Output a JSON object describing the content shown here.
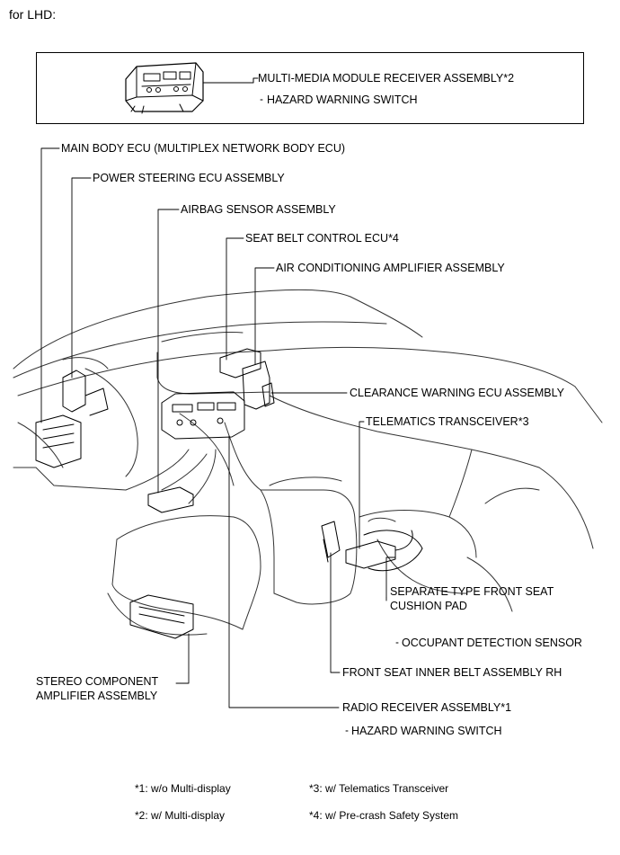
{
  "header": "for LHD:",
  "inset": {
    "receiver_label": "MULTI-MEDIA MODULE RECEIVER ASSEMBLY*2",
    "hazard_label": "HAZARD WARNING SWITCH"
  },
  "labels": {
    "main_body_ecu": "MAIN BODY ECU (MULTIPLEX NETWORK BODY ECU)",
    "power_steering_ecu": "POWER STEERING ECU ASSEMBLY",
    "airbag_sensor": "AIRBAG SENSOR ASSEMBLY",
    "seat_belt_control_ecu": "SEAT BELT CONTROL ECU*4",
    "air_conditioning_amplifier": "AIR CONDITIONING AMPLIFIER ASSEMBLY",
    "clearance_warning_ecu": "CLEARANCE WARNING ECU ASSEMBLY",
    "telematics_transceiver": "TELEMATICS TRANSCEIVER*3",
    "separate_type_line1": "SEPARATE TYPE FRONT SEAT",
    "separate_type_line2": "CUSHION PAD",
    "occupant_detection_sensor": "OCCUPANT DETECTION SENSOR",
    "front_seat_inner_belt": "FRONT SEAT INNER BELT ASSEMBLY RH",
    "stereo_line1": "STEREO COMPONENT",
    "stereo_line2": "AMPLIFIER ASSEMBLY",
    "radio_receiver": "RADIO RECEIVER ASSEMBLY*1",
    "radio_hazard_switch": "HAZARD WARNING SWITCH"
  },
  "footnotes": {
    "n1": "*1: w/o Multi-display",
    "n2": "*2: w/ Multi-display",
    "n3": "*3: w/ Telematics Transceiver",
    "n4": "*4: w/ Pre-crash Safety System"
  }
}
